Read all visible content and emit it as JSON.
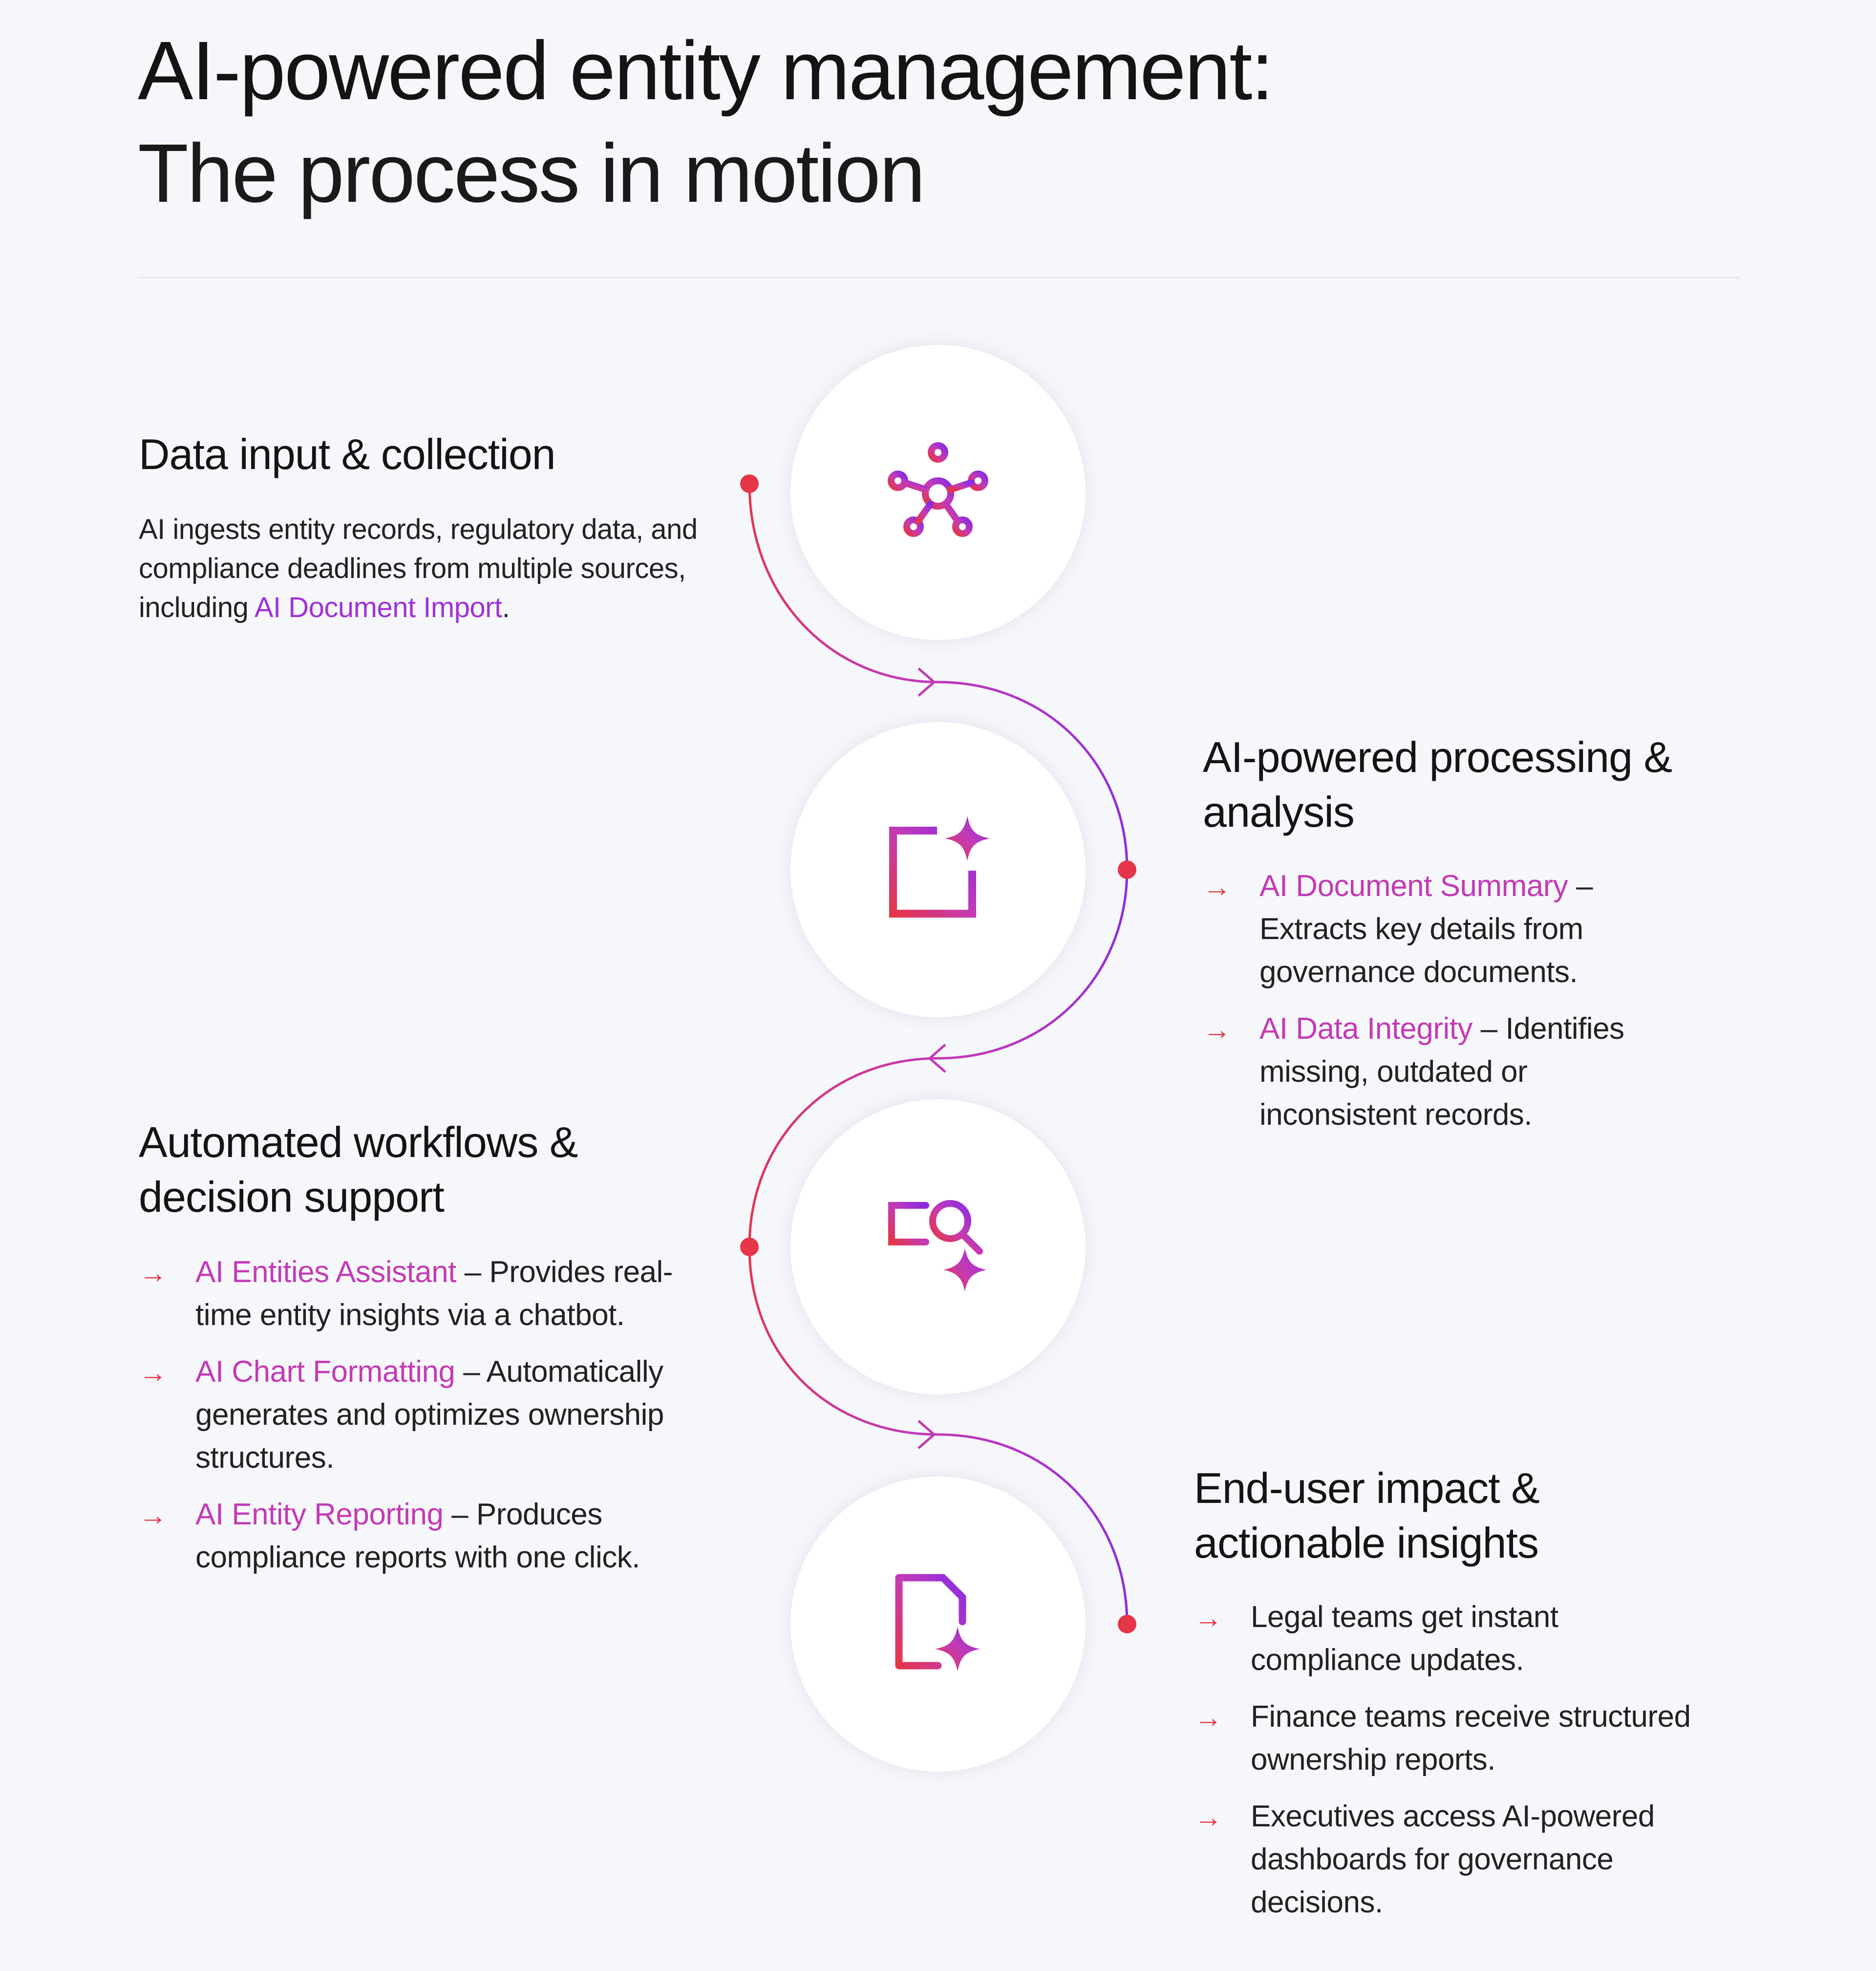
{
  "header": {
    "title_line1": "AI-powered entity management:",
    "title_line2": "The process in motion"
  },
  "colors": {
    "background": "#f6f7fb",
    "accent_red": "#e63548",
    "accent_magenta": "#c33bb5",
    "accent_purple": "#8a2be2"
  },
  "steps": [
    {
      "icon": "network-nodes-icon",
      "heading": "Data input & collection",
      "text_before": "AI ingests entity records, regulatory data, and compliance deadlines from multiple sources, including ",
      "link": "AI Document Import",
      "text_after": "."
    },
    {
      "icon": "add-frame-sparkle-icon",
      "heading": "AI-powered processing & analysis",
      "items": [
        {
          "term": "AI Document Summary",
          "desc": " – Extracts key details from governance documents."
        },
        {
          "term": "AI Data Integrity",
          "desc": " – Identifies missing, outdated or inconsistent records."
        }
      ]
    },
    {
      "icon": "search-list-sparkle-icon",
      "heading": "Automated workflows & decision support",
      "items": [
        {
          "term": "AI Entities Assistant",
          "desc": " – Provides real-time entity insights via a chatbot."
        },
        {
          "term": "AI Chart Formatting",
          "desc": " – Automatically generates and optimizes ownership structures."
        },
        {
          "term": "AI Entity Reporting",
          "desc": " – Produces compliance reports with one click."
        }
      ]
    },
    {
      "icon": "document-sparkle-icon",
      "heading": "End-user impact & actionable insights",
      "items": [
        {
          "text": "Legal teams get instant compliance updates."
        },
        {
          "text": "Finance teams receive structured ownership reports."
        },
        {
          "text": "Executives access AI-powered dashboards for governance decisions."
        }
      ]
    }
  ],
  "bullet_glyph": "→"
}
